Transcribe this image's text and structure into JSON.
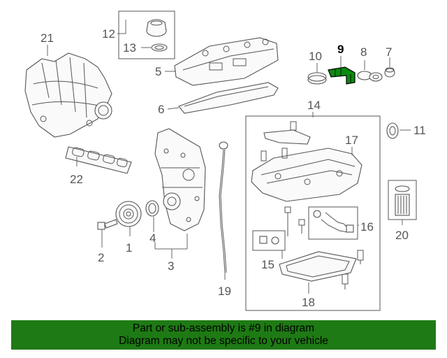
{
  "callouts": {
    "c1": "1",
    "c2": "2",
    "c3": "3",
    "c4": "4",
    "c5": "5",
    "c6": "6",
    "c7": "7",
    "c8": "8",
    "c9": "9",
    "c10": "10",
    "c11": "11",
    "c12": "12",
    "c13": "13",
    "c14": "14",
    "c15": "15",
    "c16": "16",
    "c17": "17",
    "c18": "18",
    "c19": "19",
    "c20": "20",
    "c21": "21",
    "c22": "22"
  },
  "highlighted_part": "9",
  "colors": {
    "highlight": "#0a8a10",
    "banner": "#1e7a14",
    "line": "#555555"
  },
  "banner": {
    "line1": "Part or sub-assembly is #9 in diagram",
    "line2": "Diagram may not be specific to your vehicle"
  }
}
